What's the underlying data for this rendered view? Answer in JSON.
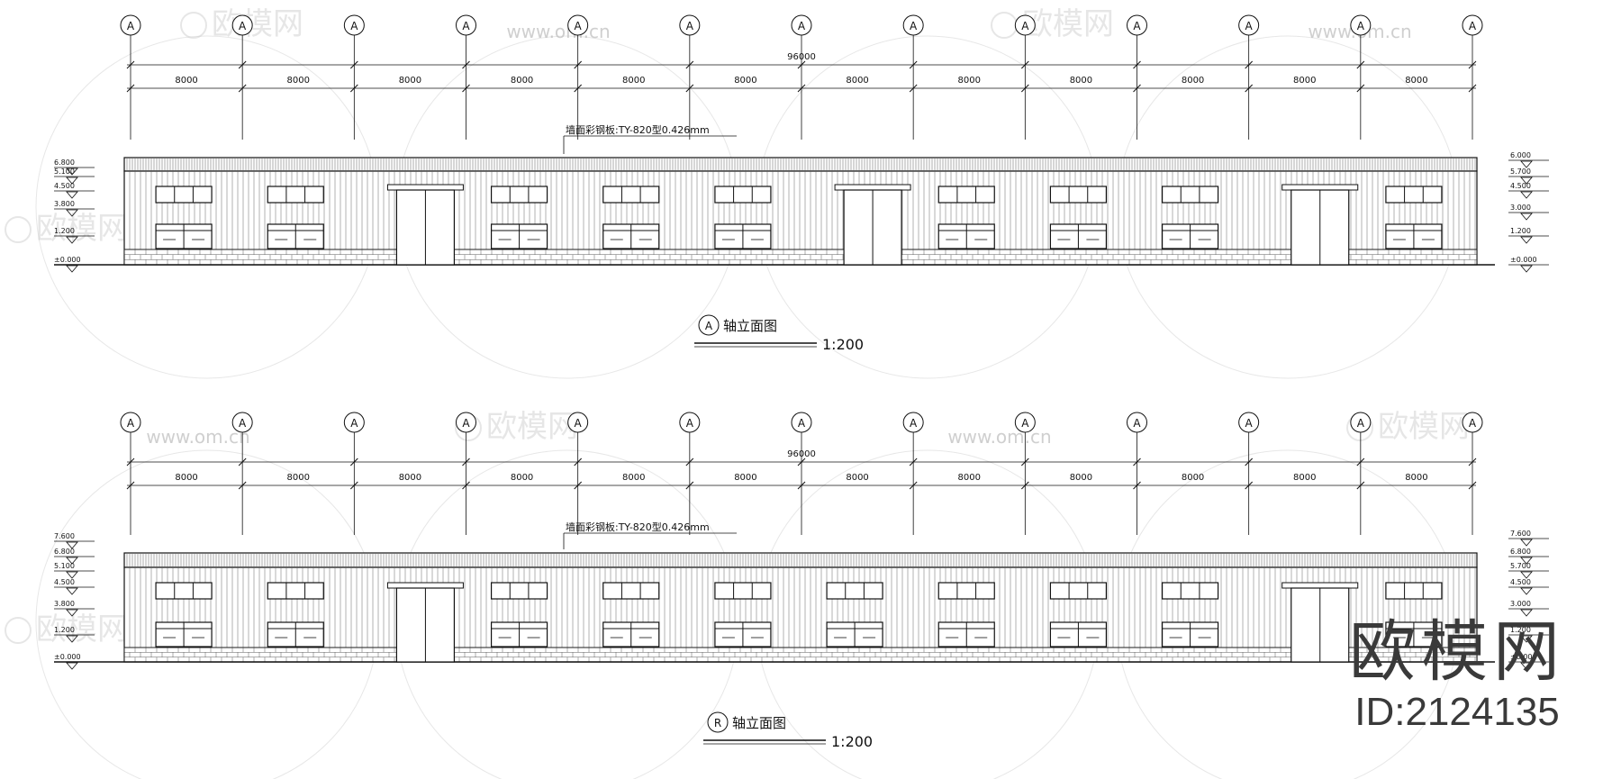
{
  "elevations": [
    {
      "axis_letter": "A",
      "title_suffix": "轴立面图",
      "scale": "1:200",
      "overall_dim": "96000",
      "bay_dims": [
        "8000",
        "8000",
        "8000",
        "8000",
        "8000",
        "8000",
        "8000",
        "8000",
        "8000",
        "8000",
        "8000",
        "8000"
      ],
      "grid_labels": [
        "A",
        "A",
        "A",
        "A",
        "A",
        "A",
        "A",
        "A",
        "A",
        "A",
        "A",
        "A",
        "A"
      ],
      "roof_note": "墙面彩钢板:TY-820型0.426mm",
      "left_levels": [
        "6.800",
        "5.100",
        "4.500",
        "3.800",
        "1.200",
        "±0.000"
      ],
      "right_levels": [
        "6.000",
        "5.700",
        "4.500",
        "3.000",
        "1.200",
        "±0.000"
      ],
      "doors_at_bays": [
        2,
        6,
        10
      ]
    },
    {
      "axis_letter": "R",
      "title_suffix": "轴立面图",
      "scale": "1:200",
      "overall_dim": "96000",
      "bay_dims": [
        "8000",
        "8000",
        "8000",
        "8000",
        "8000",
        "8000",
        "8000",
        "8000",
        "8000",
        "8000",
        "8000",
        "8000"
      ],
      "grid_labels": [
        "A",
        "A",
        "A",
        "A",
        "A",
        "A",
        "A",
        "A",
        "A",
        "A",
        "A",
        "A",
        "A"
      ],
      "roof_note": "墙面彩钢板:TY-820型0.426mm",
      "left_levels": [
        "7.600",
        "6.800",
        "5.100",
        "4.500",
        "3.800",
        "1.200",
        "±0.000"
      ],
      "right_levels": [
        "7.600",
        "6.800",
        "5.700",
        "4.500",
        "3.000",
        "1.200",
        "±0.000"
      ],
      "doors_at_bays": [
        2,
        10
      ]
    }
  ],
  "watermark": {
    "logo_text": "欧模网",
    "url_text": "www.om.cn"
  },
  "brand": {
    "name": "欧模网",
    "id_text": "ID:2124135"
  }
}
